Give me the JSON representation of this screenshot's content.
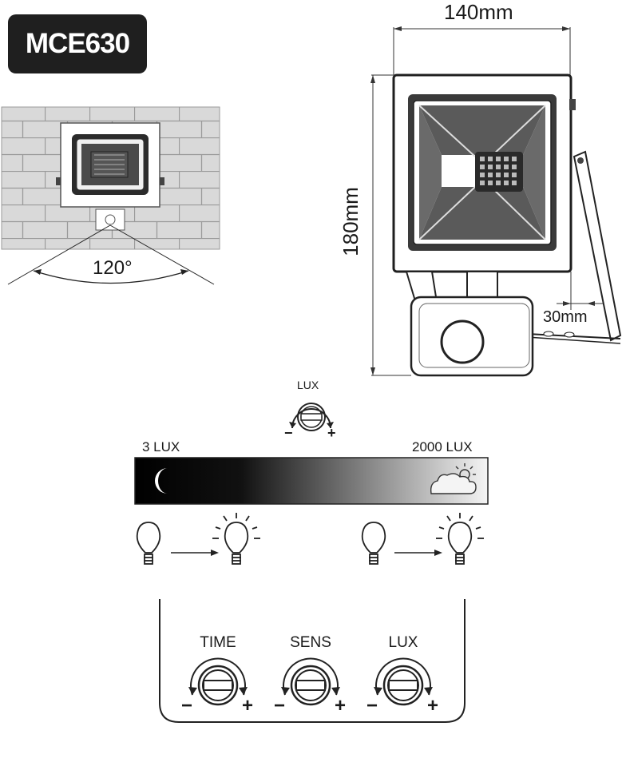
{
  "model": "MCE630",
  "detection": {
    "angle_label": "120°"
  },
  "dimensions": {
    "width": "140mm",
    "height": "180mm",
    "depth": "30mm"
  },
  "lux_scale": {
    "knob_label": "LUX",
    "min_label": "3 LUX",
    "max_label": "2000 LUX",
    "minus": "−",
    "plus": "+"
  },
  "controls": [
    {
      "label": "TIME",
      "minus": "−",
      "plus": "+"
    },
    {
      "label": "SENS",
      "minus": "−",
      "plus": "+"
    },
    {
      "label": "LUX",
      "minus": "−",
      "plus": "+"
    }
  ]
}
